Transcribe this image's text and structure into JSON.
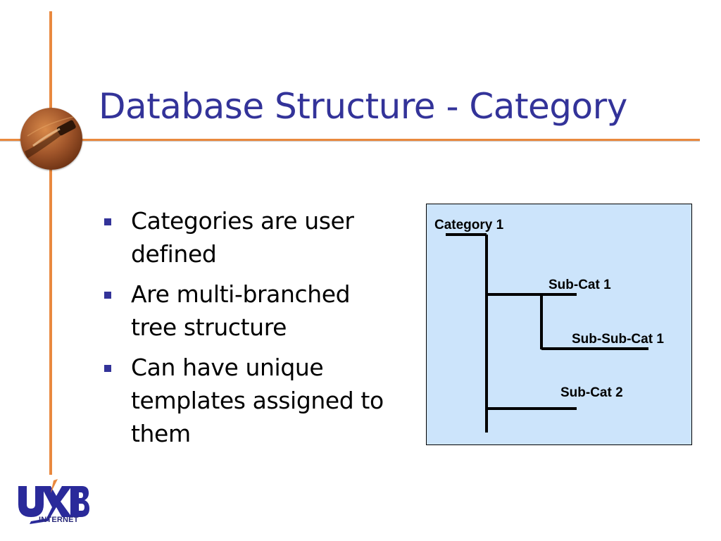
{
  "slide": {
    "title": "Database Structure - Category",
    "bullets": [
      {
        "text": "Categories are user defined"
      },
      {
        "text": "Are multi-branched tree structure"
      },
      {
        "text": "Can have unique templates assigned to them"
      }
    ]
  },
  "diagram": {
    "nodes": {
      "category_1": "Category 1",
      "sub_cat_1": "Sub-Cat 1",
      "sub_sub_cat_1": "Sub-Sub-Cat 1",
      "sub_cat_2": "Sub-Cat 2"
    }
  },
  "logo": {
    "letters": "UXB",
    "subtext": "INTERNET"
  },
  "colors": {
    "title": "#333399",
    "accent_line": "#e9893f",
    "diagram_bg": "#cce4fb",
    "bullet": "#333399"
  }
}
